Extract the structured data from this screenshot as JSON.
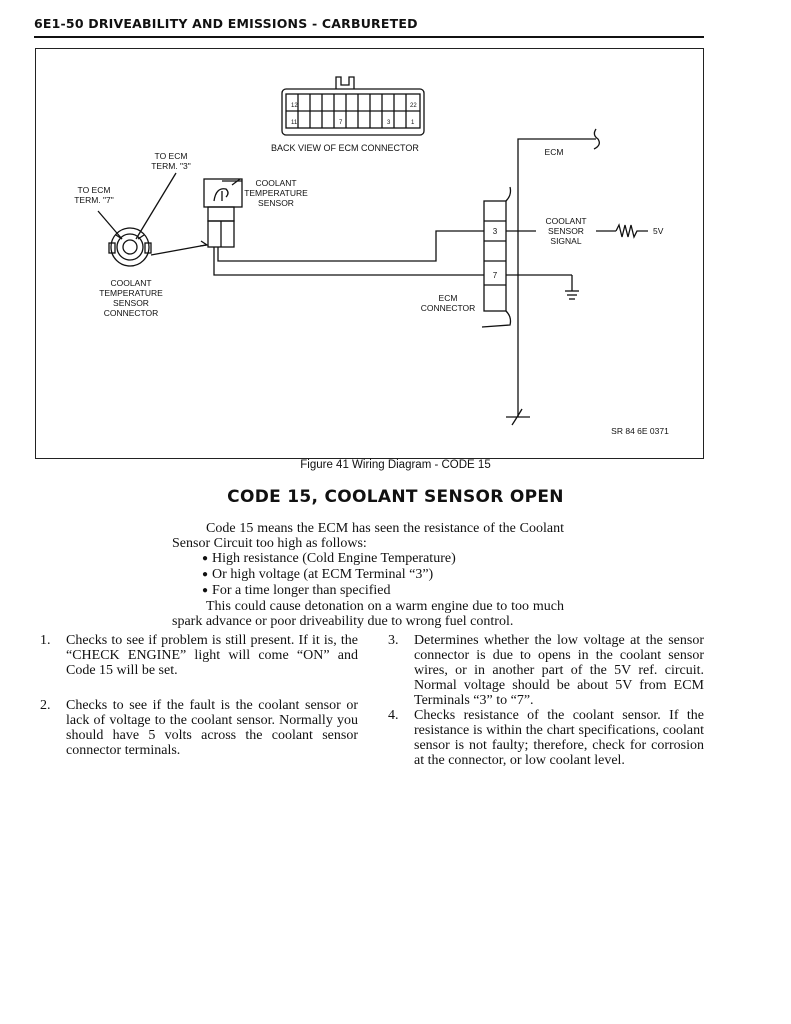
{
  "header": {
    "title": "6E1-50 DRIVEABILITY AND EMISSIONS - CARBURETED"
  },
  "diagram": {
    "ecm_connector_label": "BACK VIEW OF ECM CONNECTOR",
    "pin_12": "12",
    "pin_22": "22",
    "pin_11": "11",
    "pin_7": "7",
    "pin_3": "3",
    "pin_1": "1",
    "to_ecm_term_3": [
      "TO ECM",
      "TERM. \"3\""
    ],
    "to_ecm_term_7": [
      "TO ECM",
      "TERM. \"7\""
    ],
    "coolant_temp_sensor": [
      "COOLANT",
      "TEMPERATURE",
      "SENSOR"
    ],
    "coolant_temp_sensor_connector": [
      "COOLANT",
      "TEMPERATURE",
      "SENSOR",
      "CONNECTOR"
    ],
    "ecm_label": "ECM",
    "coolant_sensor_signal": [
      "COOLANT",
      "SENSOR",
      "SIGNAL"
    ],
    "voltage": "5V",
    "ecm_connector": [
      "ECM",
      "CONNECTOR"
    ],
    "terminal_3": "3",
    "terminal_7": "7",
    "ref_code": "SR 84 6E 0371"
  },
  "figure_caption": "Figure 41 Wiring Diagram - CODE 15",
  "code_title": "CODE 15, COOLANT SENSOR OPEN",
  "intro": {
    "para1": "Code 15 means the ECM has seen the resistance of the Coolant Sensor Circuit too high as follows:",
    "bullets": [
      "High resistance (Cold Engine Temperature)",
      "Or high voltage (at ECM Terminal “3”)",
      "For a time longer than specified"
    ],
    "para2": "This could cause detonation on a warm engine due to too much spark advance or poor driveability due to wrong fuel control."
  },
  "notes_left": [
    {
      "num": "1.",
      "text": "Checks to see if problem is still present. If it is, the “CHECK ENGINE” light will come “ON” and Code 15 will be set."
    },
    {
      "num": "2.",
      "text": "Checks to see if the fault is the coolant sensor or lack of voltage to the coolant sensor. Normally you should have 5 volts across the coolant sensor connector terminals."
    }
  ],
  "notes_right": [
    {
      "num": "3.",
      "text": "Determines whether the low voltage at the sensor connector is due to opens in the coolant sensor wires, or in another part of the 5V ref. circuit. Normal voltage should be about 5V from ECM Terminals “3” to “7”."
    },
    {
      "num": "4.",
      "text": "Checks resistance of the coolant sensor. If the resistance is within the chart specifications, coolant sensor is not faulty; therefore, check for corrosion at the connector, or low coolant level."
    }
  ]
}
